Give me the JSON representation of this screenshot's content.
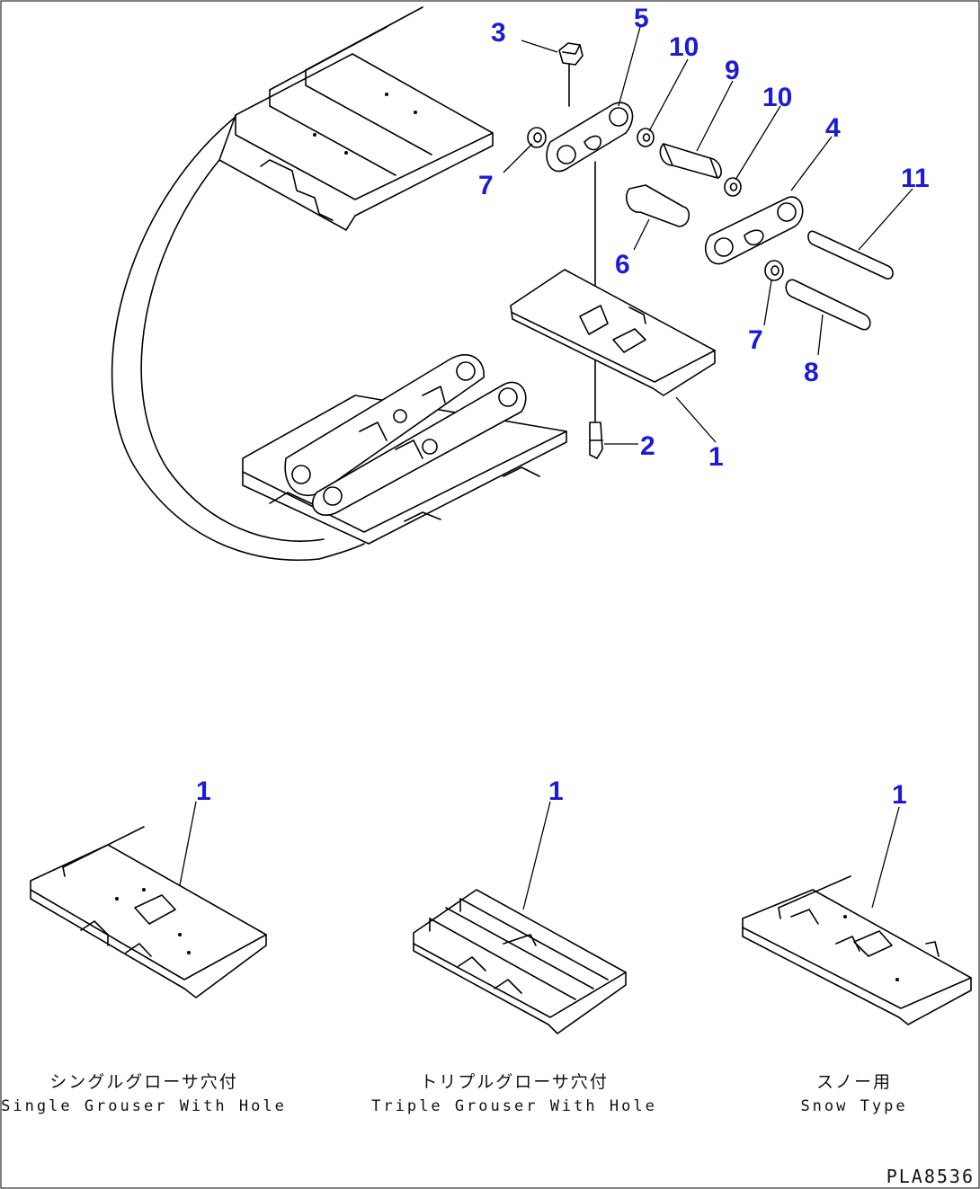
{
  "callouts": {
    "c1_main": "1",
    "c2": "2",
    "c3": "3",
    "c4": "4",
    "c5": "5",
    "c6": "6",
    "c7_left": "7",
    "c7_right": "7",
    "c8": "8",
    "c9": "9",
    "c10_left": "10",
    "c10_right": "10",
    "c11": "11",
    "c1_single": "1",
    "c1_triple": "1",
    "c1_snow": "1"
  },
  "variants": {
    "single": {
      "label_jp": "シングルグローサ穴付",
      "label_en": "Single Grouser With Hole"
    },
    "triple": {
      "label_jp": "トリプルグローサ穴付",
      "label_en": "Triple Grouser With Hole"
    },
    "snow": {
      "label_jp": "スノー用",
      "label_en": "Snow Type"
    }
  },
  "drawing_code": "PLA8536",
  "colors": {
    "callout": "#1c1cd6",
    "line": "#000000",
    "background": "#ffffff"
  }
}
